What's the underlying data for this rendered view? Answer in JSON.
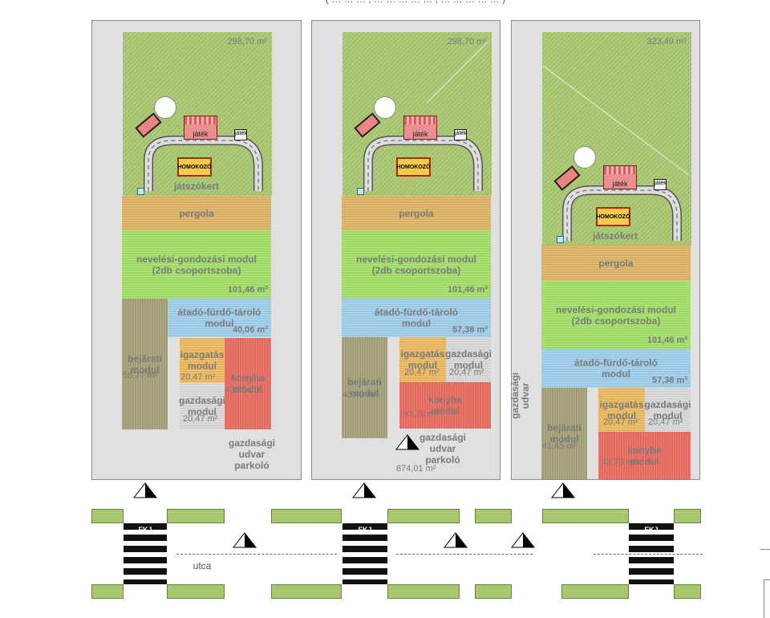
{
  "header": {
    "text": "( … … …  ;  … … … … …  ;  … … … … … )"
  },
  "labels": {
    "jatszokert": "játszókert",
    "pergola": "pergola",
    "nevelesi": "nevelési-gondozási modul",
    "nevelesi_sub": "(2db csoportszoba)",
    "atado": "átadó-fürdő-tároló",
    "modul": "modul",
    "bejarati": "bejárati",
    "igazgatas": "igazgatás",
    "gazdasagi": "gazdasági",
    "konyha": "konyha",
    "jatek": "játék",
    "homokozo": "HOMOKOZÓ",
    "udvar": "udvar",
    "parkolo": "parkoló",
    "utca": "utca",
    "zebra_text": "FKJ"
  },
  "panel1": {
    "garden_area": "298,70 m²",
    "nevelesi_area": "101,46 m²",
    "atado_area": "40,06 m²",
    "bejarati_area": "58,77 m²",
    "igazgatas_area": "20,47 m²",
    "konyha_area": "43,70 m²",
    "gazdasagi_area": "20,47 m²"
  },
  "panel2": {
    "garden_area": "298,70 m²",
    "nevelesi_area": "101,46 m²",
    "atado_area": "57,38 m²",
    "bejarati_area": "45,46 m²",
    "igazgatas_area": "20,47 m²",
    "gazdasagi_area": "20,47 m²",
    "konyha_area": "43,70 m²",
    "udvar_area": "874,01 m²"
  },
  "panel3": {
    "garden_area": "323,49 m²",
    "nevelesi_area": "101,46 m²",
    "atado_area": "57,38 m²",
    "bejarati_area": "41,45 m²",
    "igazgatas_area": "20,47 m²",
    "gazdasagi_area": "20,47 m²",
    "konyha_area": "43,70 m²"
  },
  "colors": {
    "garden": "#a8c870",
    "pergola": "#e2b86a",
    "nevelesi": "#a6e36b",
    "atado": "#a3d2ef",
    "bejarati": "#a8a57c",
    "igazgatas": "#efbe62",
    "gazdasagi": "#dcdcdc",
    "konyha": "#ef6f62"
  }
}
